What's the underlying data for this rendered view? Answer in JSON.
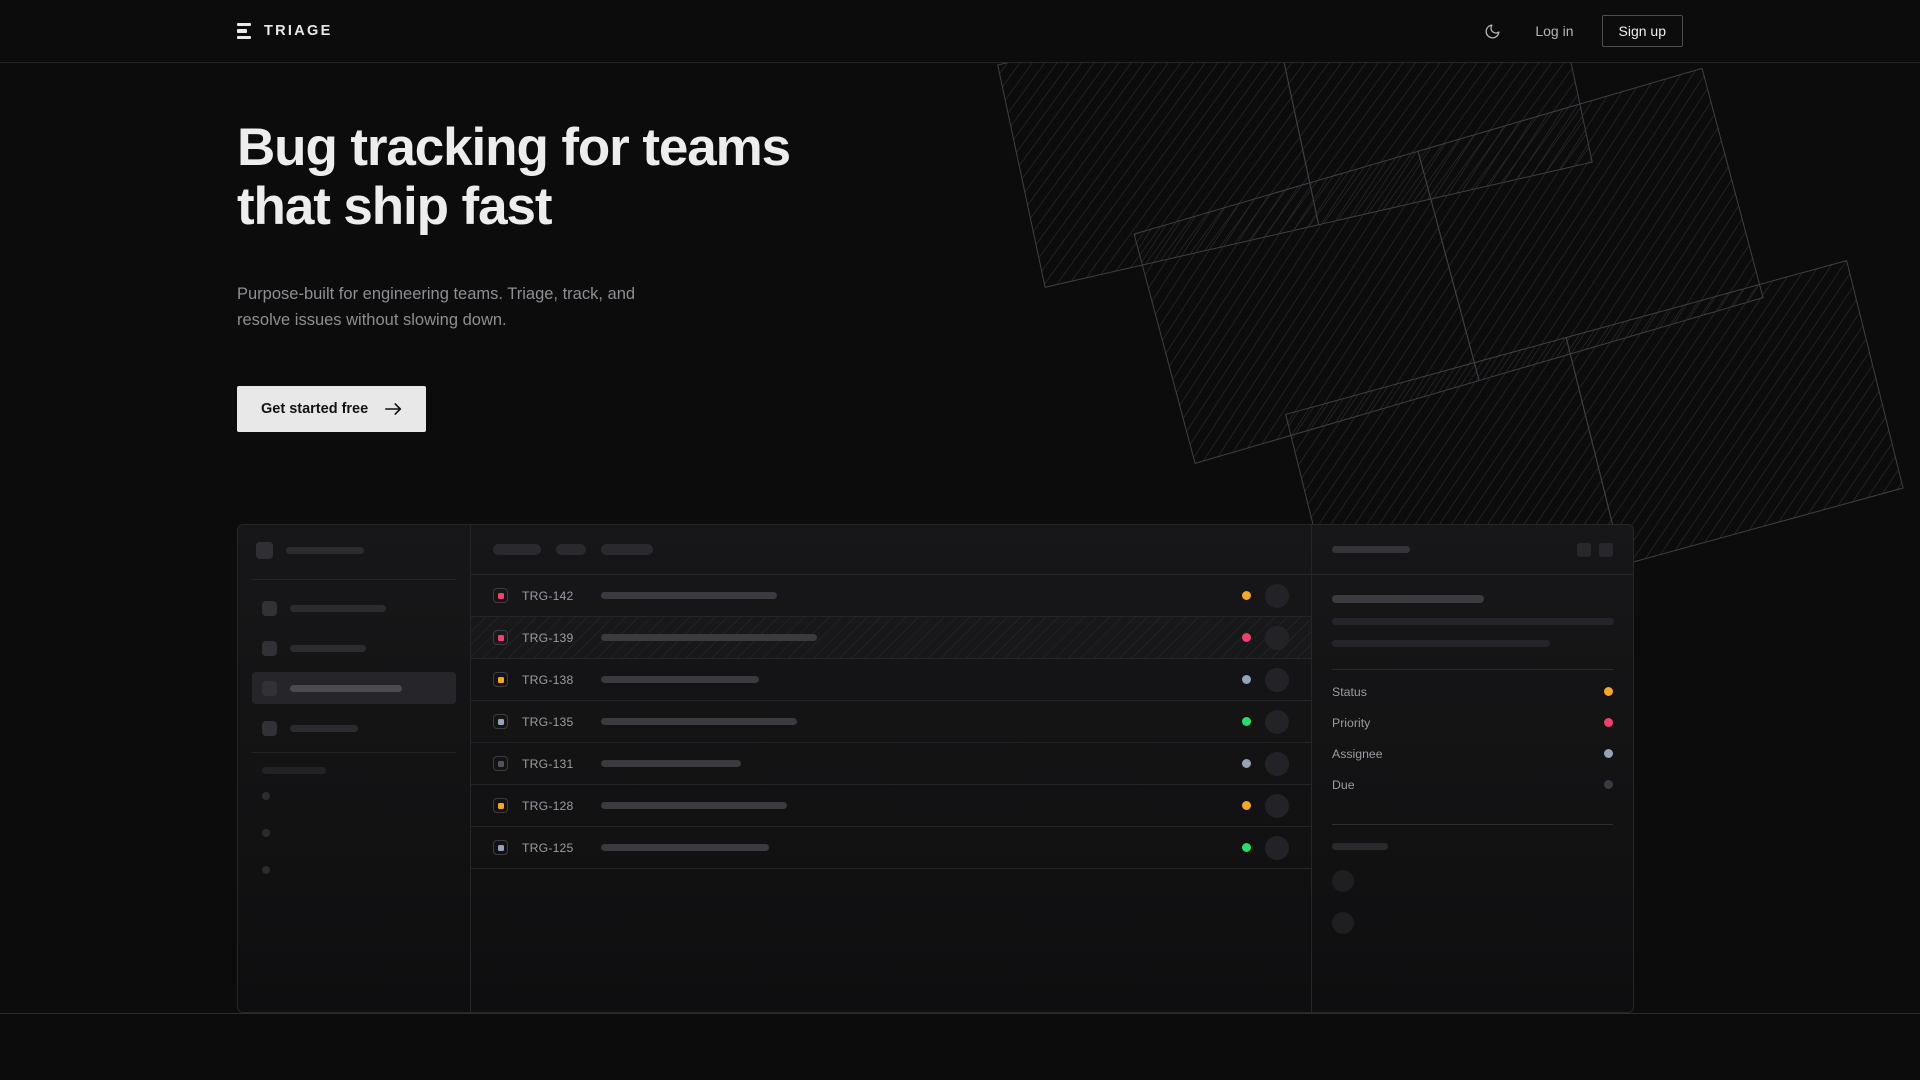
{
  "header": {
    "brand": "TRIAGE",
    "brand_icon": "stacked-bars-logo",
    "theme_icon": "moon-icon",
    "login_label": "Log in",
    "signup_label": "Sign up"
  },
  "hero": {
    "heading": "Bug tracking for teams\nthat ship fast",
    "subheading": "Purpose-built for engineering teams. Triage, track, and\nresolve issues without slowing down.",
    "cta_label": "Get started free",
    "cta_icon": "arrow-right-icon"
  },
  "colors": {
    "page_bg": "#0c0c0d",
    "surface": "#171719",
    "border": "#262629",
    "text_primary": "#ededee",
    "text_muted": "#8e8e93",
    "cta_bg": "#e8e8e9",
    "status_orange": "#f5a623",
    "status_pink": "#f43f6e",
    "status_blue": "#94a3b8",
    "status_green": "#22e06a",
    "status_idle": "#3a3a3f"
  },
  "app_mockup": {
    "sidebar": {
      "workspace_label_width": 78,
      "nav_items": [
        {
          "label_width": 96,
          "active": false
        },
        {
          "label_width": 76,
          "active": false
        },
        {
          "label_width": 112,
          "active": true
        },
        {
          "label_width": 68,
          "active": false
        }
      ],
      "section_label_width": 64,
      "sub_dots": 3
    },
    "toolbar": {
      "filter_pills": [
        48,
        30,
        52
      ]
    },
    "issues": [
      {
        "id": "TRG-142",
        "priority_color": "#f43f6e",
        "title_width": 176,
        "status_color": "#f5a623",
        "selected": false
      },
      {
        "id": "TRG-139",
        "priority_color": "#f43f6e",
        "title_width": 216,
        "status_color": "#f43f6e",
        "selected": true
      },
      {
        "id": "TRG-138",
        "priority_color": "#f5a623",
        "title_width": 158,
        "status_color": "#94a3b8",
        "selected": false
      },
      {
        "id": "TRG-135",
        "priority_color": "#94a3b8",
        "title_width": 196,
        "status_color": "#22e06a",
        "selected": false
      },
      {
        "id": "TRG-131",
        "priority_color": "#52525b",
        "title_width": 140,
        "status_color": "#94a3b8",
        "selected": false
      },
      {
        "id": "TRG-128",
        "priority_color": "#f5a623",
        "title_width": 186,
        "status_color": "#f5a623",
        "selected": false
      },
      {
        "id": "TRG-125",
        "priority_color": "#94a3b8",
        "title_width": 168,
        "status_color": "#22e06a",
        "selected": false
      }
    ],
    "detail": {
      "header_bar_width": 78,
      "header_buttons": 2,
      "title_width": 152,
      "body_lines": [
        282,
        218
      ],
      "meta": [
        {
          "label": "Status",
          "dot_color": "#f5a623"
        },
        {
          "label": "Priority",
          "dot_color": "#f43f6e"
        },
        {
          "label": "Assignee",
          "dot_color": "#94a3b8"
        },
        {
          "label": "Due",
          "dot_color": "#3a3a3f"
        }
      ],
      "footer_bar_width": 56,
      "footer_avatars": 2
    }
  },
  "decor": {
    "shapes": "rotated-hatched-parallelograms",
    "count": 3
  }
}
